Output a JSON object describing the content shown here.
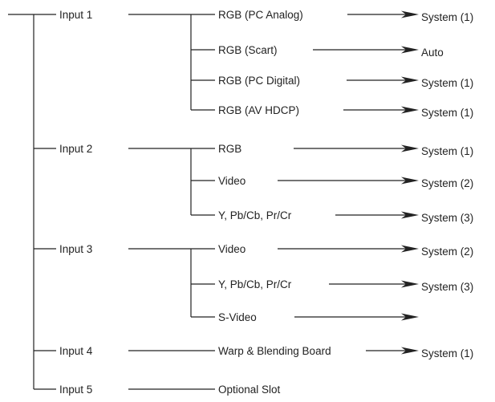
{
  "colors": {
    "line": "#222222",
    "text": "#222222",
    "background": "#ffffff"
  },
  "inputs": [
    {
      "label": "Input 1",
      "signals": [
        {
          "label": "RGB (PC Analog)",
          "arrow": true,
          "target": "System (1)"
        },
        {
          "label": "RGB (Scart)",
          "arrow": true,
          "target": "Auto"
        },
        {
          "label": "RGB (PC Digital)",
          "arrow": true,
          "target": "System (1)"
        },
        {
          "label": "RGB (AV HDCP)",
          "arrow": true,
          "target": "System (1)"
        }
      ]
    },
    {
      "label": "Input 2",
      "signals": [
        {
          "label": "RGB",
          "arrow": true,
          "target": "System (1)"
        },
        {
          "label": "Video",
          "arrow": true,
          "target": "System (2)"
        },
        {
          "label": "Y, Pb/Cb, Pr/Cr",
          "arrow": true,
          "target": "System (3)"
        }
      ]
    },
    {
      "label": "Input 3",
      "signals": [
        {
          "label": "Video",
          "arrow": true,
          "target": "System (2)"
        },
        {
          "label": "Y, Pb/Cb, Pr/Cr",
          "arrow": true,
          "target": "System (3)"
        },
        {
          "label": "S-Video",
          "arrow": true,
          "target": ""
        }
      ]
    },
    {
      "label": "Input 4",
      "signals": [
        {
          "label": "Warp & Blending Board",
          "arrow": true,
          "target": "System (1)"
        }
      ]
    },
    {
      "label": "Input 5",
      "signals": [
        {
          "label": "Optional Slot",
          "arrow": false,
          "target": ""
        }
      ]
    }
  ]
}
